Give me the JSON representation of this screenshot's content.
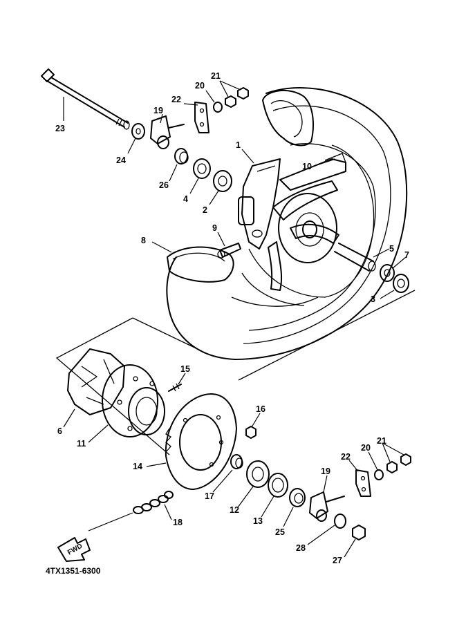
{
  "diagram": {
    "code": "4TX1351-6300",
    "fwd_label": "FWD",
    "callouts": {
      "c1": "1",
      "c2": "2",
      "c3": "3",
      "c4": "4",
      "c5": "5",
      "c6": "6",
      "c7": "7",
      "c8": "8",
      "c9": "9",
      "c10": "10",
      "c11": "11",
      "c12": "12",
      "c13": "13",
      "c14": "14",
      "c15": "15",
      "c16": "16",
      "c17": "17",
      "c18": "18",
      "c19a": "19",
      "c19b": "19",
      "c20a": "20",
      "c20b": "20",
      "c21a": "21",
      "c21b": "21",
      "c22a": "22",
      "c22b": "22",
      "c23": "23",
      "c24": "24",
      "c25": "25",
      "c26": "26",
      "c27": "27",
      "c28": "28"
    }
  }
}
